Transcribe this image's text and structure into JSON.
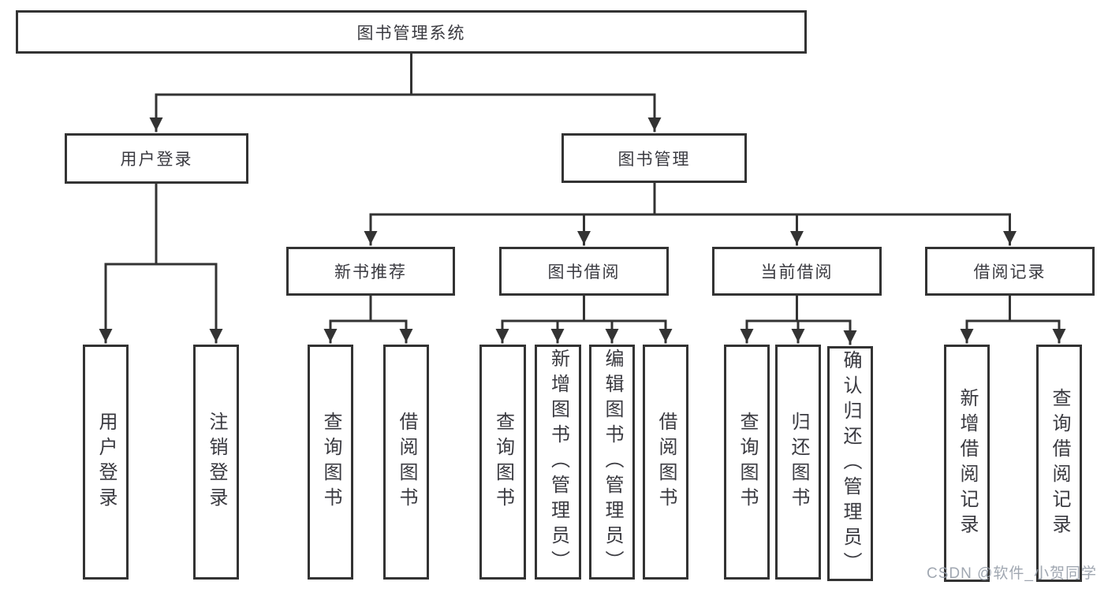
{
  "diagram": {
    "root": {
      "label": "图书管理系统"
    },
    "level1": [
      {
        "label": "用户登录",
        "children": [
          {
            "label": "用户登录"
          },
          {
            "label": "注销登录"
          }
        ]
      },
      {
        "label": "图书管理",
        "children": [
          {
            "label": "新书推荐",
            "children": [
              {
                "label": "查询图书"
              },
              {
                "label": "借阅图书"
              }
            ]
          },
          {
            "label": "图书借阅",
            "children": [
              {
                "label": "查询图书"
              },
              {
                "label": "新增图书（管理员）"
              },
              {
                "label": "编辑图书（管理员）"
              },
              {
                "label": "借阅图书"
              }
            ]
          },
          {
            "label": "当前借阅",
            "children": [
              {
                "label": "查询图书"
              },
              {
                "label": "归还图书"
              },
              {
                "label": "确认归还（管理员）"
              }
            ]
          },
          {
            "label": "借阅记录",
            "children": [
              {
                "label": "新增借阅记录"
              },
              {
                "label": "查询借阅记录"
              }
            ]
          }
        ]
      }
    ]
  },
  "watermark": {
    "text": "CSDN @软件_小贺同学"
  },
  "colors": {
    "line": "#333333",
    "box_border": "#333333",
    "box_bg": "#ffffff",
    "text": "#3a3a40",
    "watermark": "#969da8"
  }
}
